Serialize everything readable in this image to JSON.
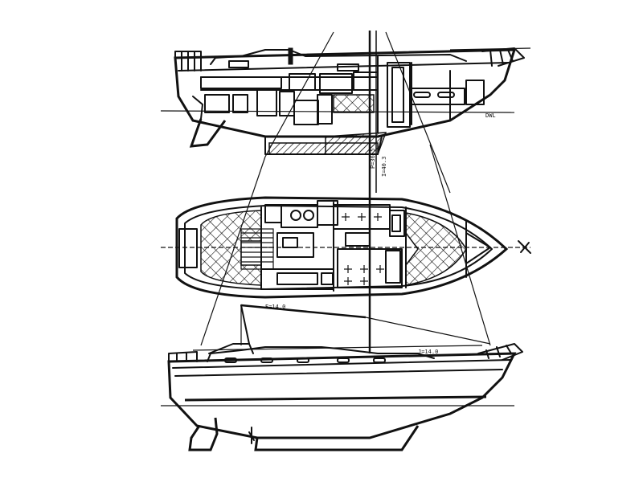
{
  "drawing": {
    "annotations": {
      "mast_height": "P=36.5",
      "mast_height_2": "I=40.3",
      "boom_length": "E=14.0",
      "j_dimension": "J=14.0",
      "waterline": "DWL"
    }
  }
}
